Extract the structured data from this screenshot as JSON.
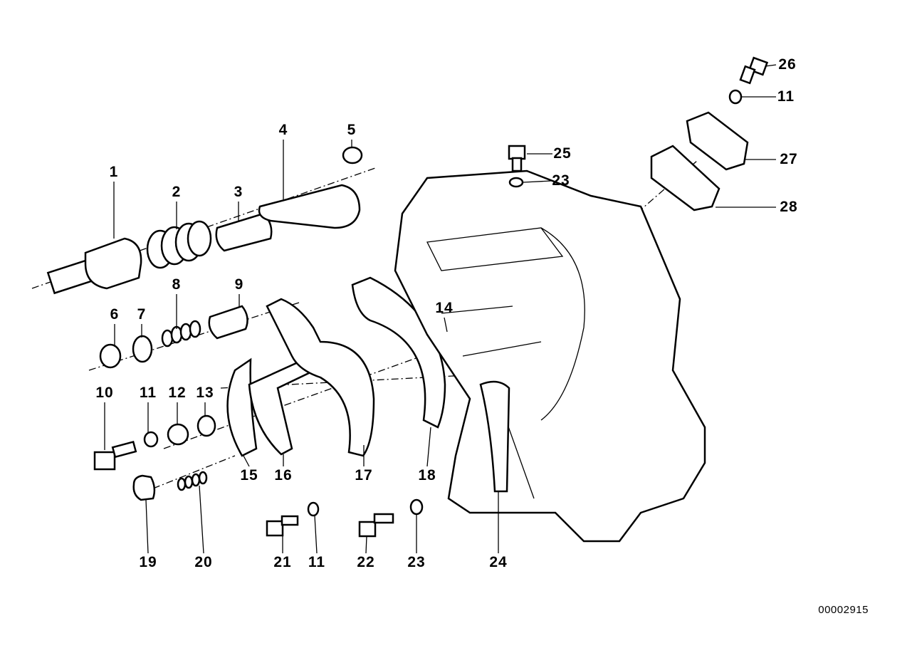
{
  "diagram": {
    "labels": [
      "1",
      "2",
      "3",
      "4",
      "5",
      "6",
      "7",
      "8",
      "9",
      "10",
      "11",
      "12",
      "13",
      "14",
      "15",
      "16",
      "17",
      "18",
      "19",
      "20",
      "21",
      "11",
      "22",
      "23",
      "24",
      "25",
      "23",
      "26",
      "11",
      "27",
      "28"
    ],
    "document_id": "00002915"
  }
}
